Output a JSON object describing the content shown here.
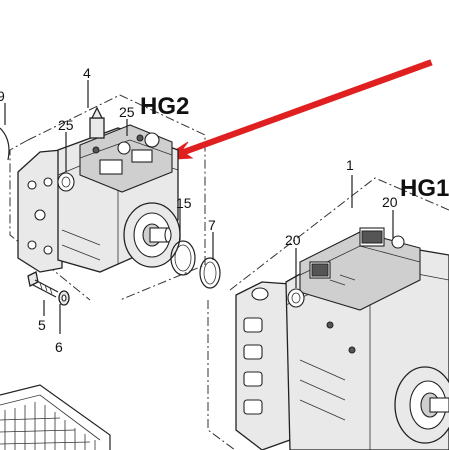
{
  "groups": {
    "hg2": "HG2",
    "hg1": "HG1"
  },
  "callouts": {
    "c9": "9",
    "c4": "4",
    "c25a": "25",
    "c25b": "25",
    "c15": "15",
    "c7": "7",
    "c5": "5",
    "c6": "6",
    "c1": "1",
    "c20a": "20",
    "c20b": "20"
  },
  "colors": {
    "arrow": "#e02020",
    "line": "#222222"
  },
  "icons": {
    "pointer": "red-arrow-icon"
  }
}
